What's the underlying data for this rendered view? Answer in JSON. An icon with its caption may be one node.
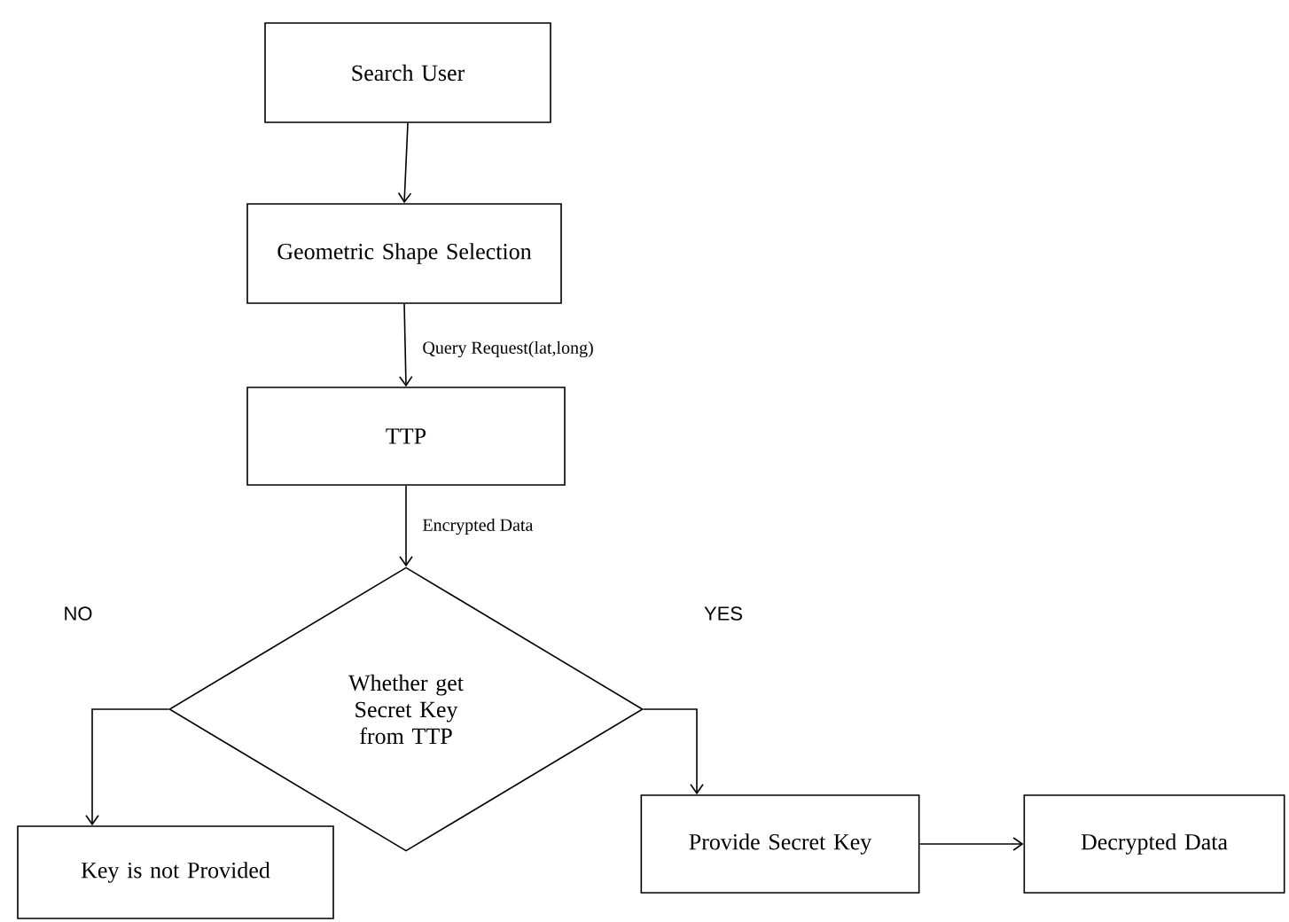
{
  "diagram": {
    "nodes": [
      {
        "text": [
          "Search User"
        ]
      },
      {
        "text": [
          "Geometric Shape Selection"
        ]
      },
      {
        "text": [
          "TTP"
        ]
      },
      {
        "text": [
          "Whether get Secret Key from TTP"
        ]
      },
      {
        "text": [
          "Key is not Provided"
        ]
      },
      {
        "text": [
          "Provide Secret Key"
        ]
      },
      {
        "text": [
          "Decrypted Data"
        ]
      }
    ],
    "edges": [
      {
        "from": 0,
        "to": 1,
        "arrow": "to"
      },
      {
        "from": 1,
        "to": 2,
        "arrow": "to",
        "label": "Query Request(lat,long)"
      },
      {
        "from": 2,
        "to": 3,
        "arrow": "to",
        "label": "Encrypted Data"
      },
      {
        "from": 3,
        "to": 4,
        "arrow": "to",
        "label": "NO"
      },
      {
        "from": 3,
        "to": 5,
        "arrow": "to",
        "label": "YES"
      },
      {
        "from": 5,
        "to": 6,
        "arrow": "to"
      }
    ]
  }
}
